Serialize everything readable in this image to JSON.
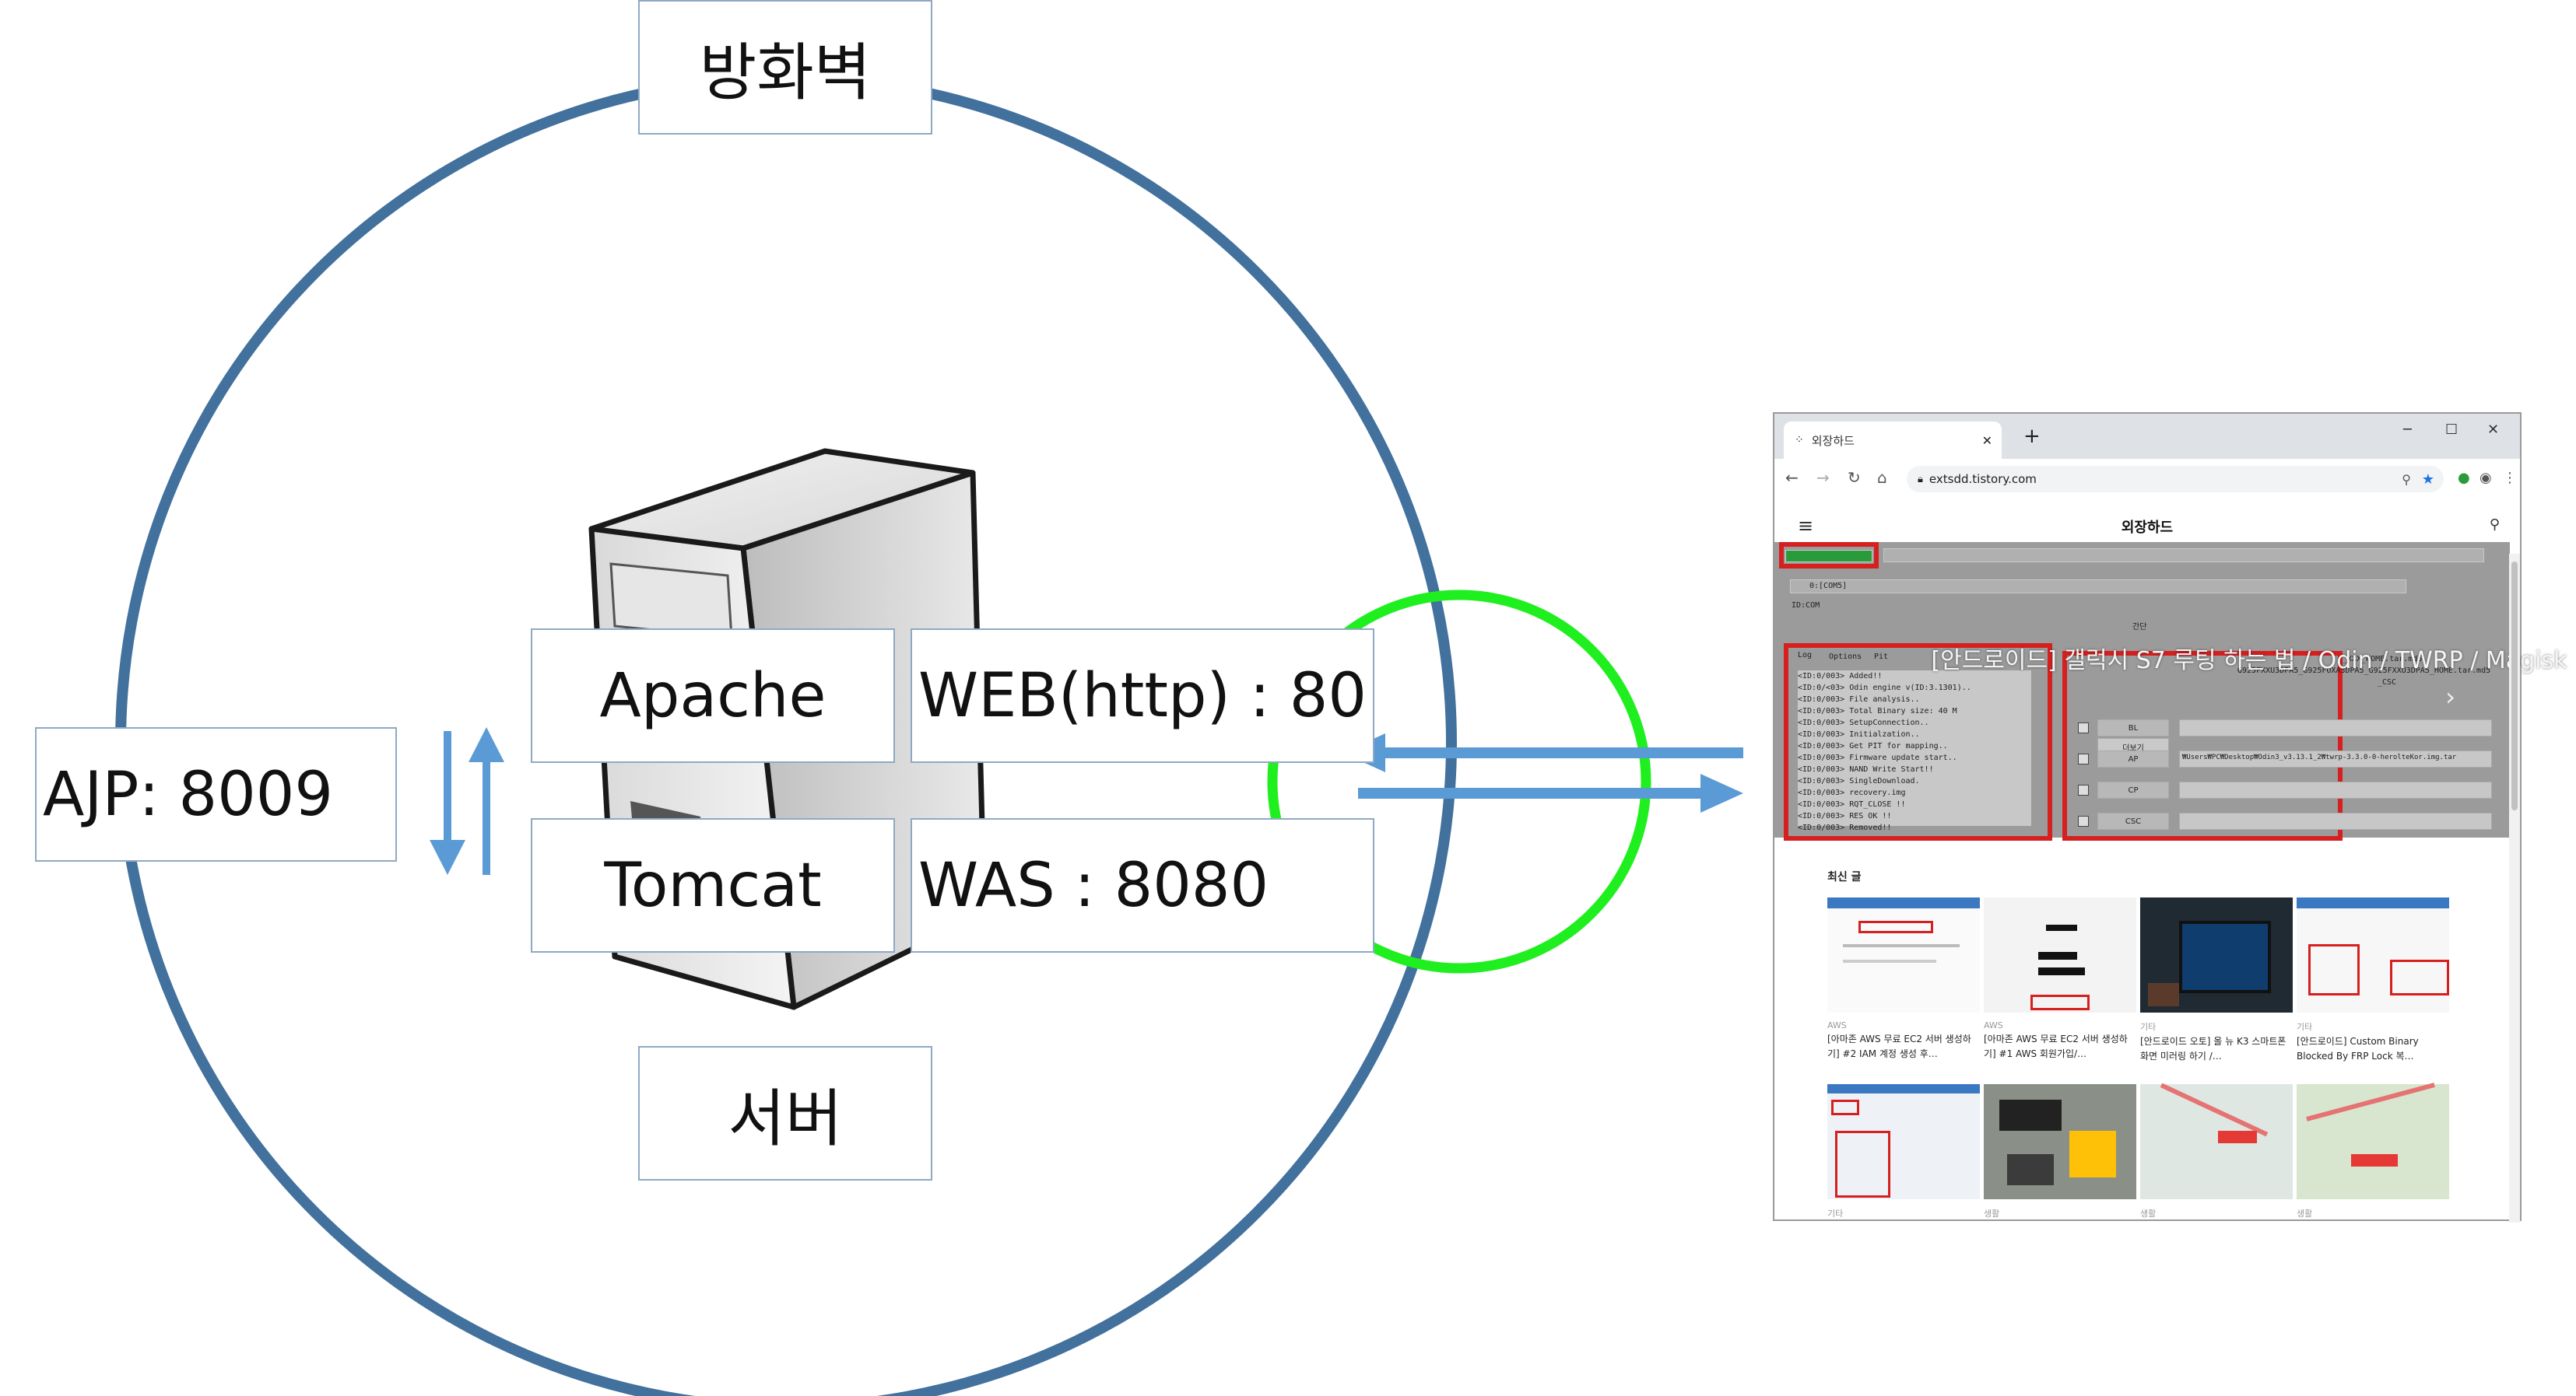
{
  "labels": {
    "firewall": "방화벽",
    "server": "서버",
    "apache": "Apache",
    "tomcat": "Tomcat",
    "web_port": "WEB(http) : 80",
    "was_port": "WAS : 8080",
    "ajp_port": "AJP: 8009"
  },
  "colors": {
    "firewall_ring": "#41719c",
    "port_ring": "#1fef1f",
    "arrow": "#5b9bd5",
    "box_border": "#8fa9c4",
    "hero_border": "#d61f1f"
  },
  "browser": {
    "tab_title": "외장하드",
    "tab_favicon": "tistory-dot-icon",
    "url": "extsdd.tistory.com",
    "site_title": "외장하드",
    "hero_title": "[안드로이드] 갤럭시 S7 루팅 하는 법 / Odin / TWRP / Magisk",
    "hero_small": {
      "com": "0:[COM5]",
      "idcom": "ID:COM",
      "guide": "간단",
      "log_tab": "Log",
      "options_tab": "Options",
      "pit_tab": "Pit",
      "file1": "_XXX_HOME.tar.md5",
      "file2": "G925FXXU3DPA5_G925FOXA3DPA5_G925FXXU3DPA5_HOME.tar.md5",
      "bl": "BL",
      "ap": "AP",
      "cp": "CP",
      "csc": "CSC",
      "more": "더보기",
      "path": "₩Users₩PC₩Desktop₩Odin3_v3.13.1_2₩twrp-3.3.0-0-herolteKor.img.tar",
      "csc_file": "_CSC"
    },
    "log_lines": [
      "<ID:0/003> Added!!",
      "<ID:0/<03> Odin engine v(ID:3.1301)..",
      "<ID:0/003> File analysis..",
      "<ID:0/003> Total Binary size: 40 M",
      "<ID:0/003> SetupConnection..",
      "<ID:0/003> Initialzation..",
      "<ID:0/003> Get PIT for mapping..",
      "<ID:0/003> Firmware update start..",
      "<ID:0/003> NAND Write Start!!",
      "<ID:0/003> SingleDownload.",
      "<ID:0/003> recovery.img",
      "<ID:0/003> RQT_CLOSE !!",
      "<ID:0/003> RES OK !!",
      "<ID:0/003> Removed!!"
    ],
    "recent_label": "최신 글",
    "posts": [
      {
        "category": "AWS",
        "title": "[아마존 AWS 무료 EC2 서버 생성하기] #2 IAM 계정 생성 후…"
      },
      {
        "category": "AWS",
        "title": "[아마존 AWS 무료 EC2 서버 생성하기] #1 AWS 회원가입/…"
      },
      {
        "category": "기타",
        "title": "[안드로이드 오토] 올 뉴 K3 스마트폰 화면 미러링 하기 /…"
      },
      {
        "category": "기타",
        "title": "[안드로이드] Custom Binary Blocked By FRP Lock 복…"
      },
      {
        "category": "기타",
        "title": ""
      },
      {
        "category": "생활",
        "title": ""
      },
      {
        "category": "생활",
        "title": ""
      },
      {
        "category": "생활",
        "title": ""
      }
    ]
  }
}
